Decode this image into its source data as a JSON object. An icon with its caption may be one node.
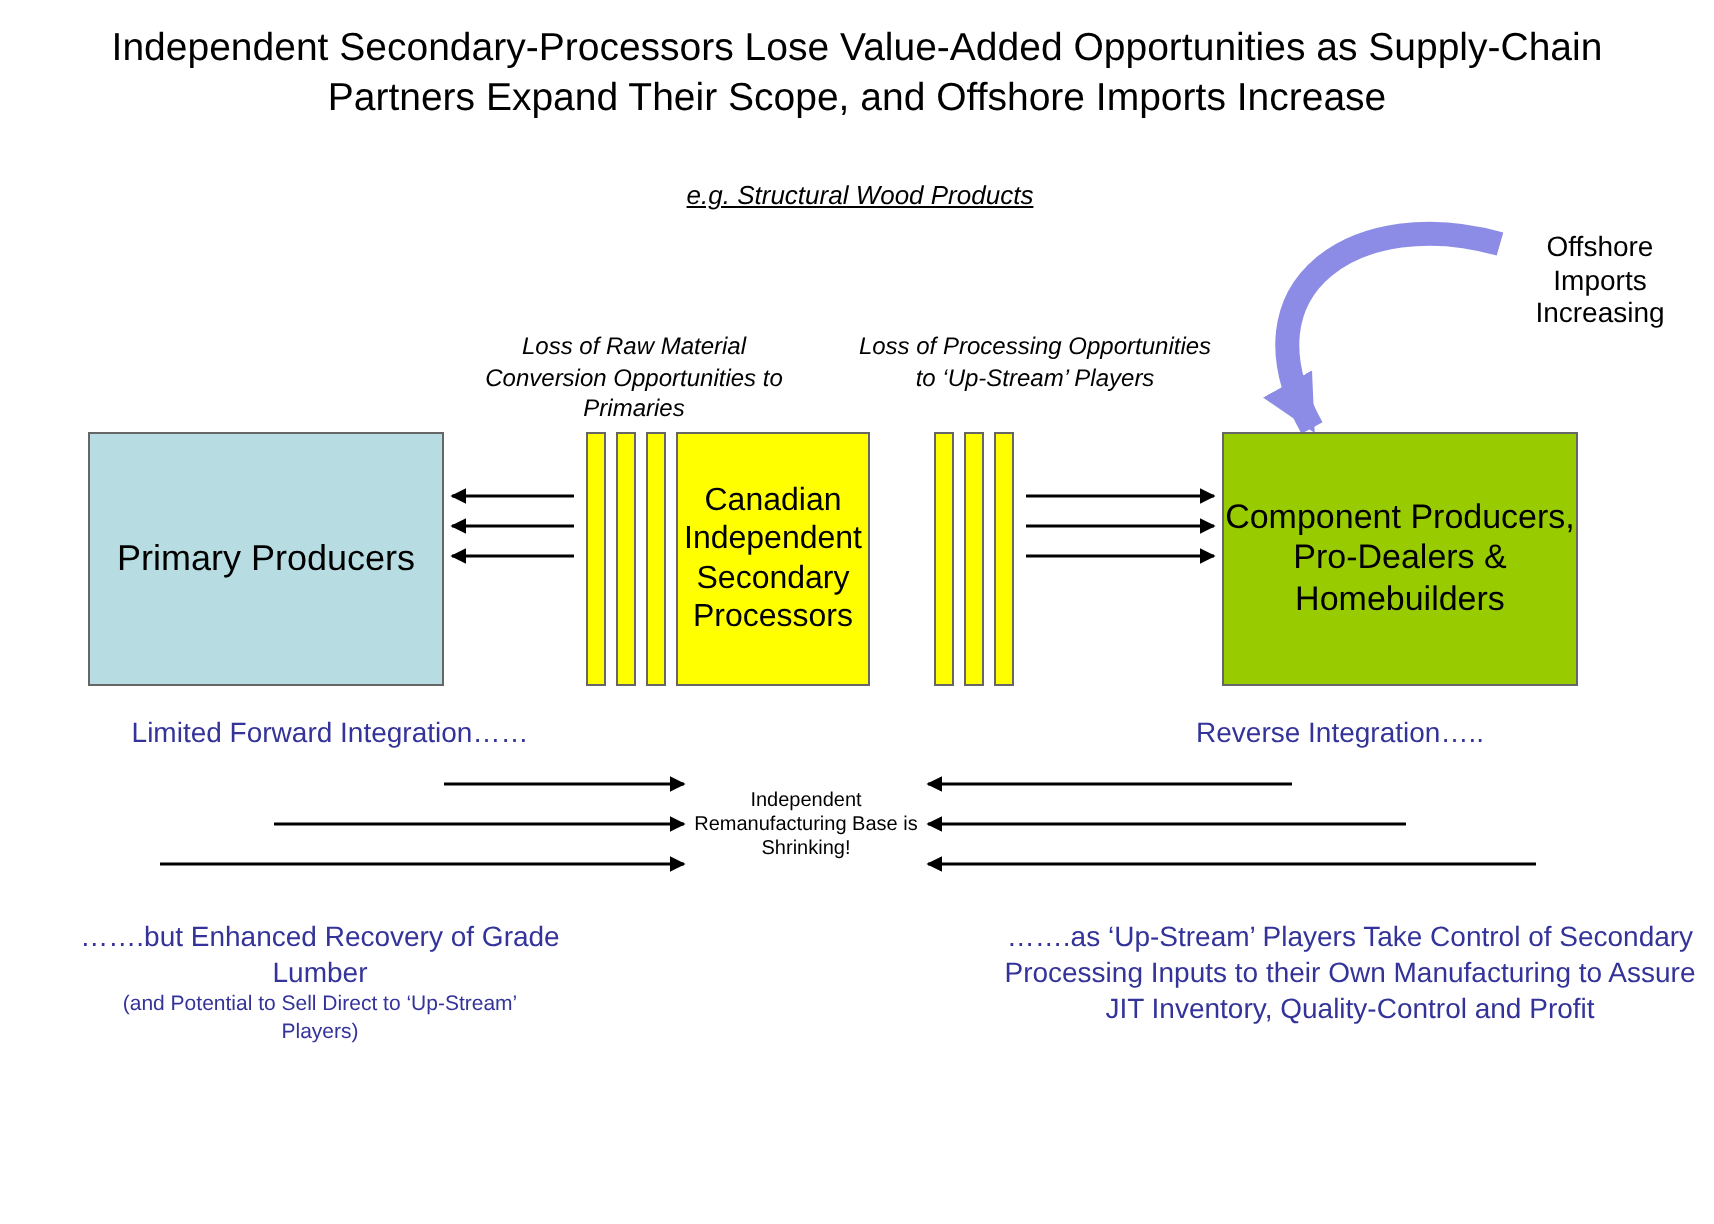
{
  "diagram": {
    "title": "Independent Secondary-Processors Lose Value-Added Opportunities as Supply-Chain Partners Expand Their Scope, and Offshore Imports Increase",
    "nodes": [
      {
        "text": [
          "Primary Producers"
        ]
      },
      {
        "text": [],
        "shape": "bar"
      },
      {
        "text": [],
        "shape": "bar"
      },
      {
        "text": [],
        "shape": "bar"
      },
      {
        "text": [
          "Canadian Independent Secondary Processors"
        ]
      },
      {
        "text": [],
        "shape": "bar"
      },
      {
        "text": [],
        "shape": "bar"
      },
      {
        "text": [],
        "shape": "bar"
      },
      {
        "text": [
          "Component Producers, Pro-Dealers & Homebuilders"
        ]
      },
      {
        "text": [
          "Independent Remanufacturing Base is Shrinking!"
        ]
      },
      {
        "text": [
          "Offshore Imports Increasing"
        ]
      }
    ],
    "edges": [
      {
        "from": 1,
        "to": 0,
        "arrow": "to"
      },
      {
        "from": 1,
        "to": 0,
        "arrow": "to"
      },
      {
        "from": 1,
        "to": 0,
        "arrow": "to"
      },
      {
        "from": 7,
        "to": 8,
        "arrow": "to"
      },
      {
        "from": 7,
        "to": 8,
        "arrow": "to"
      },
      {
        "from": 7,
        "to": 8,
        "arrow": "to"
      },
      {
        "from": null,
        "to": 9,
        "arrow": "to"
      },
      {
        "from": null,
        "to": 9,
        "arrow": "to"
      },
      {
        "from": null,
        "to": 9,
        "arrow": "to"
      },
      {
        "from": null,
        "to": 9,
        "arrow": "to"
      },
      {
        "from": null,
        "to": 9,
        "arrow": "to"
      },
      {
        "from": null,
        "to": 9,
        "arrow": "to"
      },
      {
        "from": 10,
        "to": 8,
        "arrow": "to",
        "style": "thick",
        "color": "#8c8ce6"
      }
    ],
    "labels": [
      "e.g. Structural Wood Products",
      "Loss of Raw Material Conversion Opportunities to Primaries",
      "Loss of Processing Opportunities to ‘Up-Stream’ Players",
      "Limited Forward Integration……",
      "Reverse Integration…..",
      "…….but Enhanced Recovery of Grade Lumber",
      "(and Potential to Sell Direct to ‘Up-Stream’ Players)",
      "…….as ‘Up-Stream’ Players Take Control of Secondary Processing Inputs to their Own Manufacturing to Assure JIT Inventory, Quality-Control and Profit"
    ]
  }
}
